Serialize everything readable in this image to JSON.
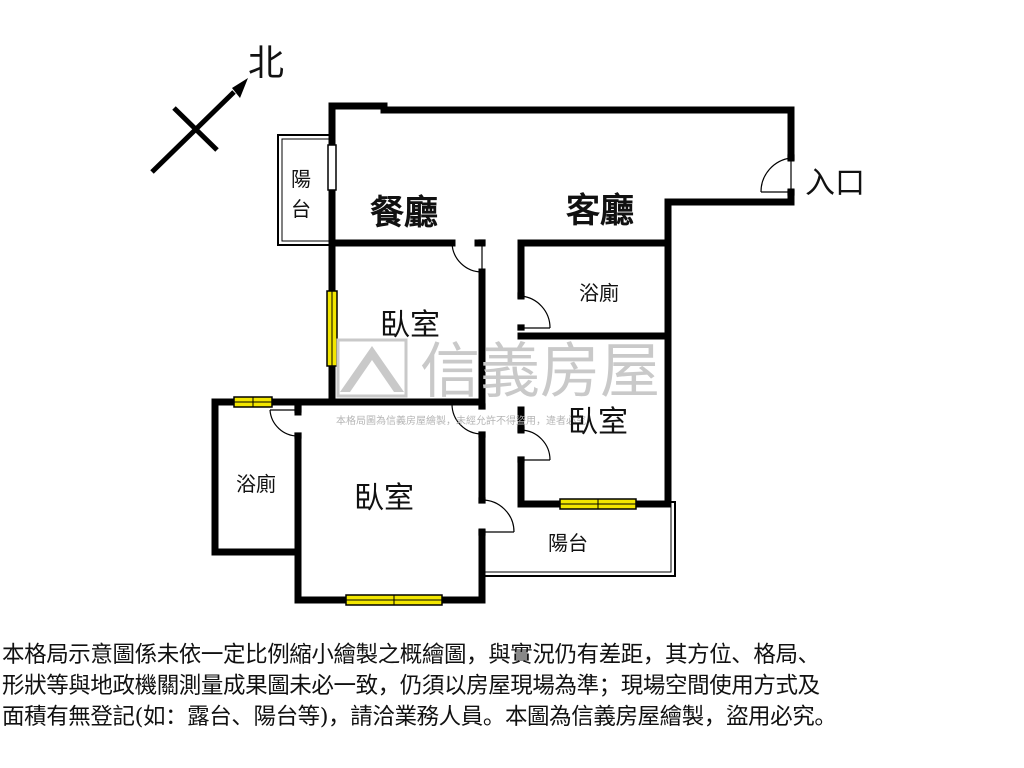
{
  "compass": {
    "label": "北"
  },
  "entrance": {
    "label": "入口"
  },
  "rooms": {
    "dining": "餐廳",
    "living": "客廳",
    "balcony_west": "陽台",
    "bedroom_north": "臥室",
    "bath_north": "浴廁",
    "bedroom_east": "臥室",
    "bath_west": "浴廁",
    "bedroom_main": "臥室",
    "balcony_south": "陽台"
  },
  "watermark": {
    "brand": "信義房屋",
    "notice": "本格局圖為信義房屋繪製，未經允許不得盜用，違者必究"
  },
  "disclaimer": {
    "lines": [
      "本格局示意圖係未依一定比例縮小繪製之概繪圖，與實況仍有差距，其方位、格局、",
      "形狀等與地政機關測量成果圖未必一致，仍須以房屋現場為準；現場空間使用方式及",
      "面積有無登記(如：露台、陽台等)，請洽業務人員。本圖為信義房屋繪製，盜用必究。"
    ]
  },
  "colors": {
    "wall": "#000000",
    "window": "#f2e600",
    "watermark": "#c9c9c9"
  }
}
